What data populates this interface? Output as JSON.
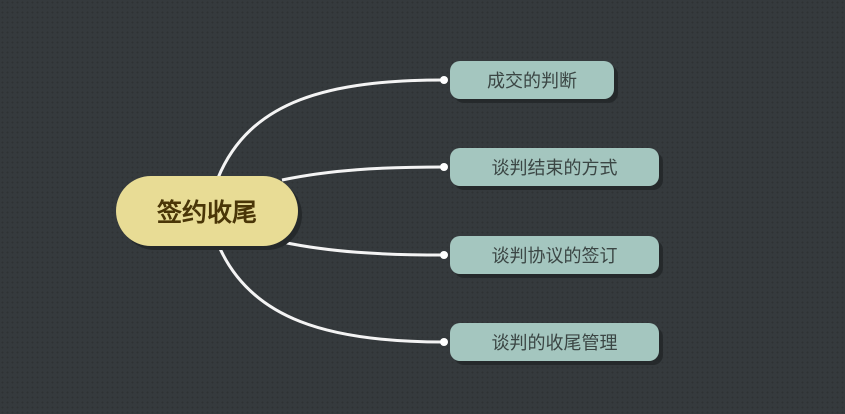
{
  "root": {
    "label": "签约收尾"
  },
  "children": [
    {
      "label": "成交的判断"
    },
    {
      "label": "谈判结束的方式"
    },
    {
      "label": "谈判协议的签订"
    },
    {
      "label": "谈判的收尾管理"
    }
  ],
  "colors": {
    "background": "#353a3d",
    "root": "#e8dc95",
    "child": "#a4c6bf",
    "link": "#ffffff"
  }
}
